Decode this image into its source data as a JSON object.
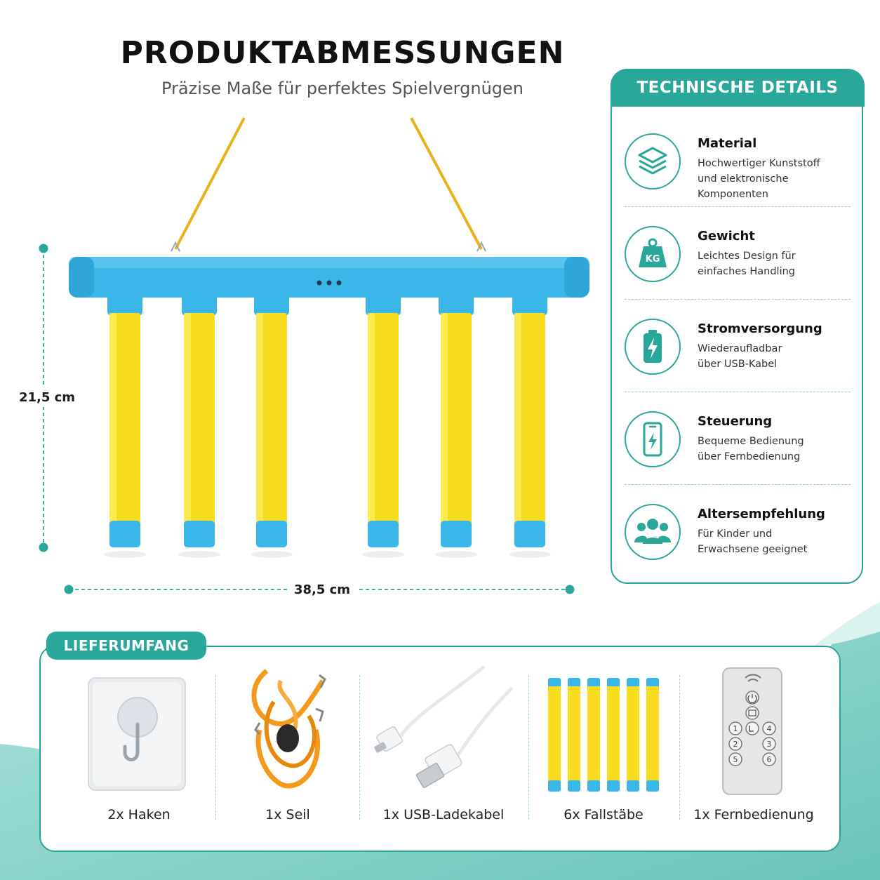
{
  "header": {
    "title": "PRODUKTABMESSUNGEN",
    "subtitle": "Präzise Maße für perfektes Spielvergnügen"
  },
  "dimensions": {
    "height": "21,5 cm",
    "width": "38,5 cm"
  },
  "tech": {
    "title": "TECHNISCHE DETAILS",
    "items": [
      {
        "title": "Material",
        "desc": "Hochwertiger Kunststoff\nund elektronische Komponenten",
        "icon": "layers-icon"
      },
      {
        "title": "Gewicht",
        "desc": "Leichtes Design für\neinfaches Handling",
        "icon": "weight-kg-icon"
      },
      {
        "title": "Stromversorgung",
        "desc": "Wiederaufladbar\nüber USB-Kabel",
        "icon": "battery-charge-icon"
      },
      {
        "title": "Steuerung",
        "desc": "Bequeme Bedienung\nüber Fernbedienung",
        "icon": "phone-remote-icon"
      },
      {
        "title": "Altersempfehlung",
        "desc": "Für Kinder und\nErwachsene geeignet",
        "icon": "group-users-icon"
      }
    ],
    "weight_badge": "KG"
  },
  "scope": {
    "title": "LIEFERUMFANG",
    "items": [
      {
        "label": "2x Haken"
      },
      {
        "label": "1x Seil"
      },
      {
        "label": "1x USB-Ladekabel"
      },
      {
        "label": "6x Fallstäbe"
      },
      {
        "label": "1x Fernbedienung"
      }
    ],
    "remote_keys": [
      "1",
      "2",
      "3",
      "4",
      "5",
      "6"
    ]
  },
  "colors": {
    "accent": "#2aa79b",
    "pipe_blue": "#3bb6e8",
    "stick_yellow": "#f7dd1e",
    "rope_orange": "#f39a1a"
  }
}
